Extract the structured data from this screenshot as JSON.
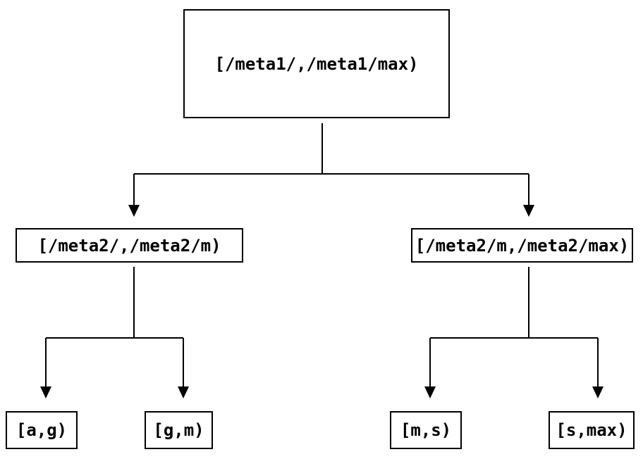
{
  "tree": {
    "root": {
      "label": "[/meta1/,/meta1/max)",
      "children": [
        {
          "label": "[/meta2/,/meta2/m)",
          "children": [
            {
              "label": "[a,g)"
            },
            {
              "label": "[g,m)"
            }
          ]
        },
        {
          "label": "[/meta2/m,/meta2/max)",
          "children": [
            {
              "label": "[m,s)"
            },
            {
              "label": "[s,max)"
            }
          ]
        }
      ]
    },
    "colors": {
      "line": "#000000",
      "box_border": "#000000",
      "text": "#000000",
      "background": "#ffffff"
    }
  }
}
